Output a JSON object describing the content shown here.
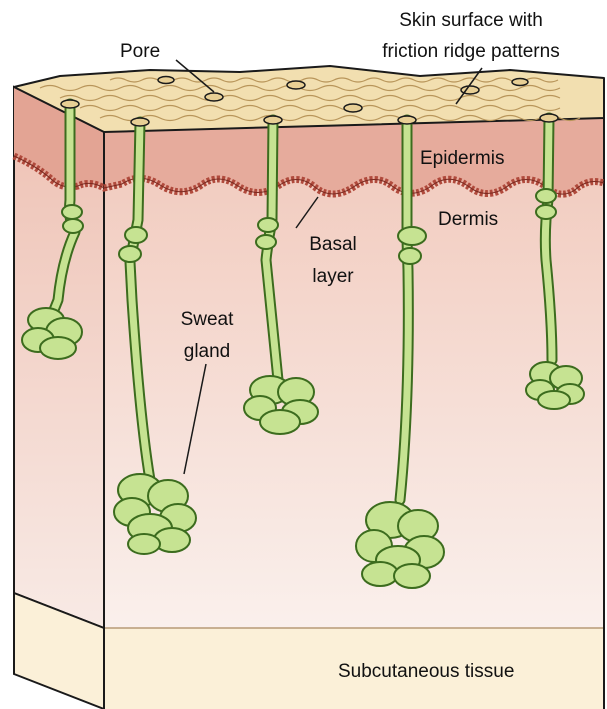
{
  "labels": {
    "pore": "Pore",
    "skin_surface": [
      "Skin surface with",
      "friction ridge patterns"
    ],
    "epidermis": "Epidermis",
    "dermis": "Dermis",
    "basal_layer": [
      "Basal",
      "layer"
    ],
    "sweat_gland": [
      "Sweat",
      "gland"
    ],
    "subcutaneous": "Subcutaneous tissue"
  },
  "colors": {
    "surface": "#f2dfb0",
    "ridge_lines": "#b8955a",
    "epidermis": "#e6ab9c",
    "dermis_top": "#f1c9bc",
    "dermis_bottom": "#faf0ec",
    "side_face": "#f3dcd3",
    "subcutaneous": "#fbf0d8",
    "basal_layer": "#b04a3c",
    "gland_fill": "#c6e392",
    "gland_stroke": "#3c6c1e",
    "outline": "#1a1a1a"
  }
}
